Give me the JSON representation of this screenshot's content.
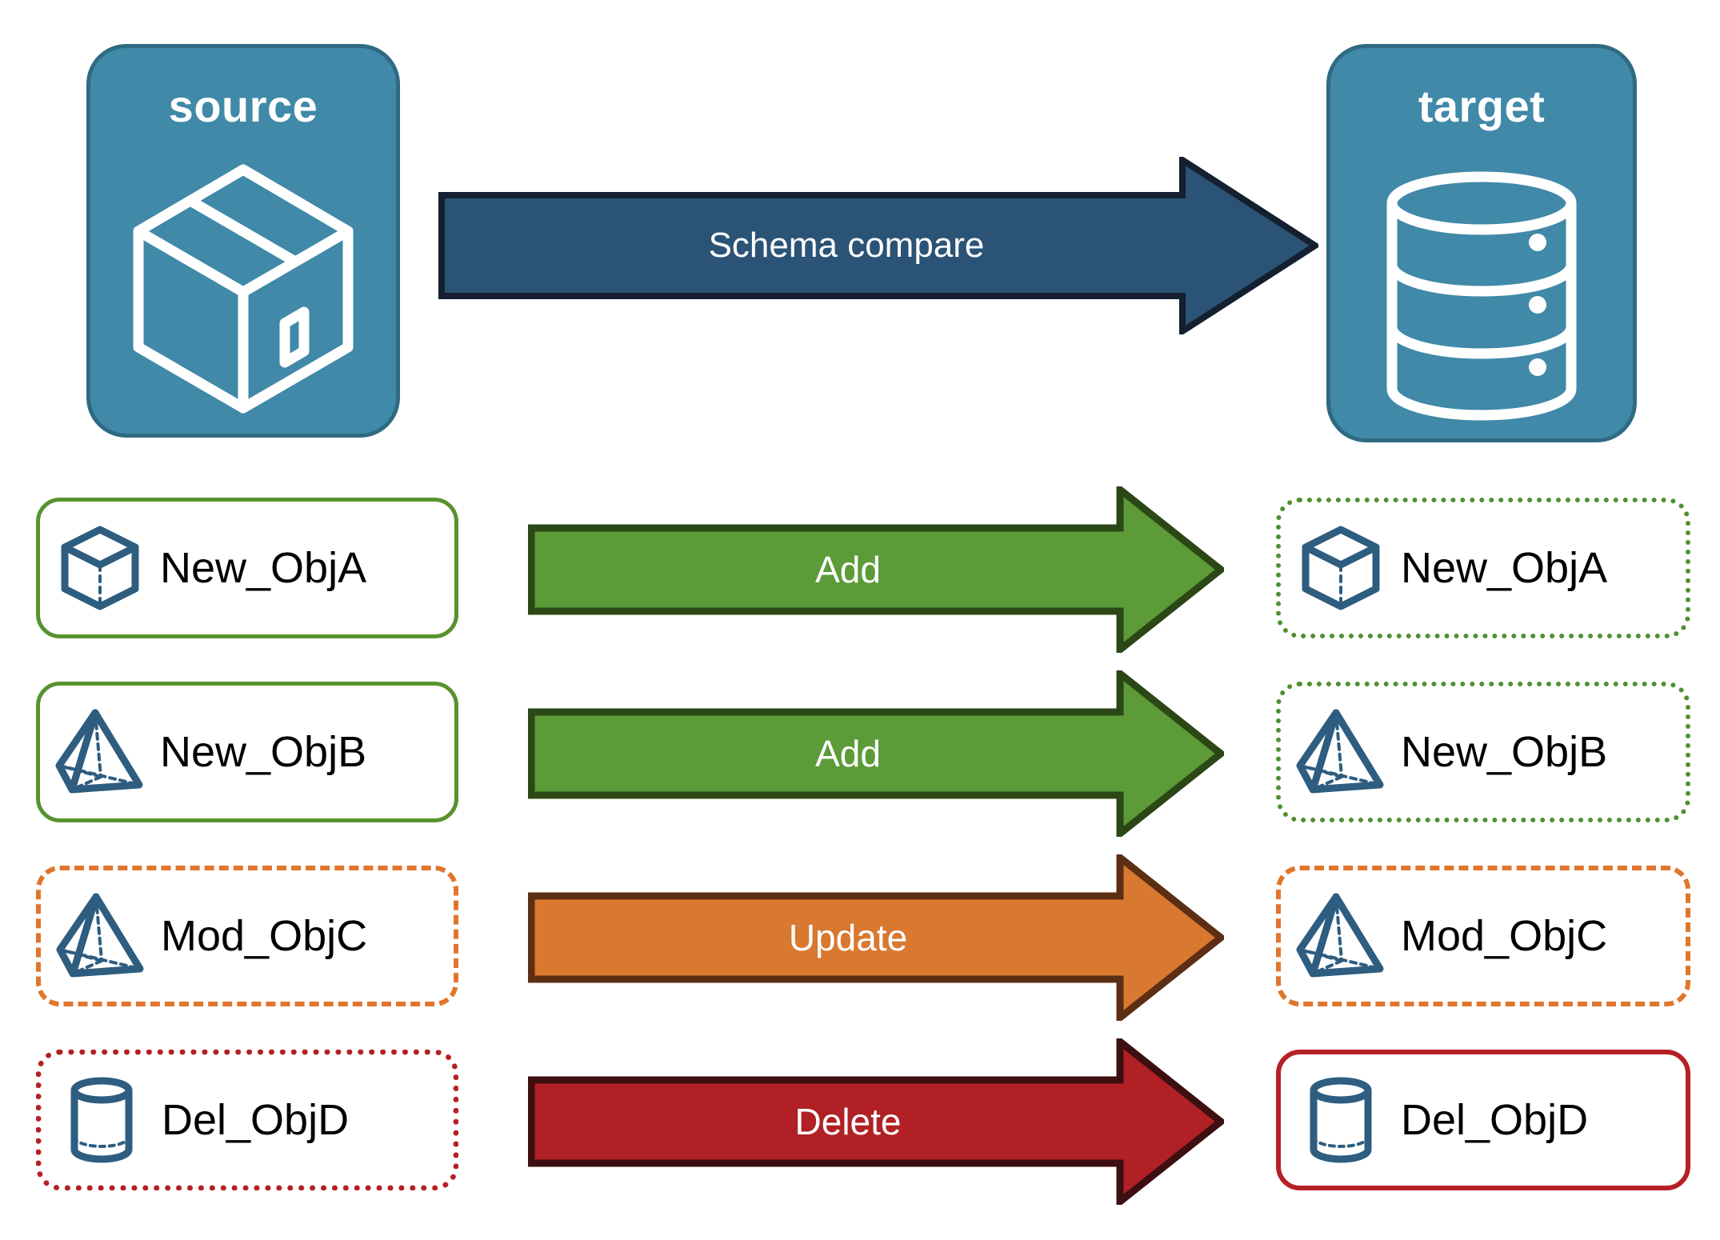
{
  "diagram": {
    "title": "Schema compare source to target",
    "background": "#ffffff"
  },
  "endpoints": {
    "source": {
      "label": "source",
      "icon": "box-3d-icon",
      "fill": "#4089a8",
      "stroke": "#2e6a82",
      "text_color": "#ffffff"
    },
    "target": {
      "label": "target",
      "icon": "database-cylinder-icon",
      "fill": "#4089a8",
      "stroke": "#2e6a82",
      "text_color": "#ffffff"
    }
  },
  "main_arrow": {
    "label": "Schema compare",
    "fill": "#2b5375",
    "stroke": "#141f30",
    "text_color": "#ffffff",
    "direction": "right"
  },
  "legend_colors": {
    "add": "#5c9b38",
    "add_stroke": "#2b4716",
    "update": "#d9782f",
    "update_stroke": "#5c2e14",
    "delete": "#b02025",
    "delete_stroke": "#3d0f10",
    "object_icon": "#2e5d80",
    "green_border": "#56932e",
    "green_dotted": "#4e9030",
    "orange_dashed": "#e0762c",
    "red_dotted": "#b52025",
    "red_solid": "#b52025"
  },
  "rows": [
    {
      "source_name": "New_ObjA",
      "source_icon": "cube-wireframe-icon",
      "source_border": "solid-green",
      "operation": "Add",
      "arrow_fill": "#5c9b38",
      "arrow_stroke": "#2b4716",
      "target_name": "New_ObjA",
      "target_icon": "cube-wireframe-icon",
      "target_border": "dotted-green"
    },
    {
      "source_name": "New_ObjB",
      "source_icon": "pyramid-wireframe-icon",
      "source_border": "solid-green",
      "operation": "Add",
      "arrow_fill": "#5c9b38",
      "arrow_stroke": "#2b4716",
      "target_name": "New_ObjB",
      "target_icon": "pyramid-wireframe-icon",
      "target_border": "dotted-green"
    },
    {
      "source_name": "Mod_ObjC",
      "source_icon": "pyramid-wireframe-icon",
      "source_border": "dashed-orange",
      "operation": "Update",
      "arrow_fill": "#d9782f",
      "arrow_stroke": "#5c2e14",
      "target_name": "Mod_ObjC",
      "target_icon": "pyramid-wireframe-icon",
      "target_border": "dashed-orange"
    },
    {
      "source_name": "Del_ObjD",
      "source_icon": "cylinder-wireframe-icon",
      "source_border": "dotted-red",
      "operation": "Delete",
      "arrow_fill": "#b02025",
      "arrow_stroke": "#3d0f10",
      "target_name": "Del_ObjD",
      "target_icon": "cylinder-wireframe-icon",
      "target_border": "solid-red"
    }
  ]
}
